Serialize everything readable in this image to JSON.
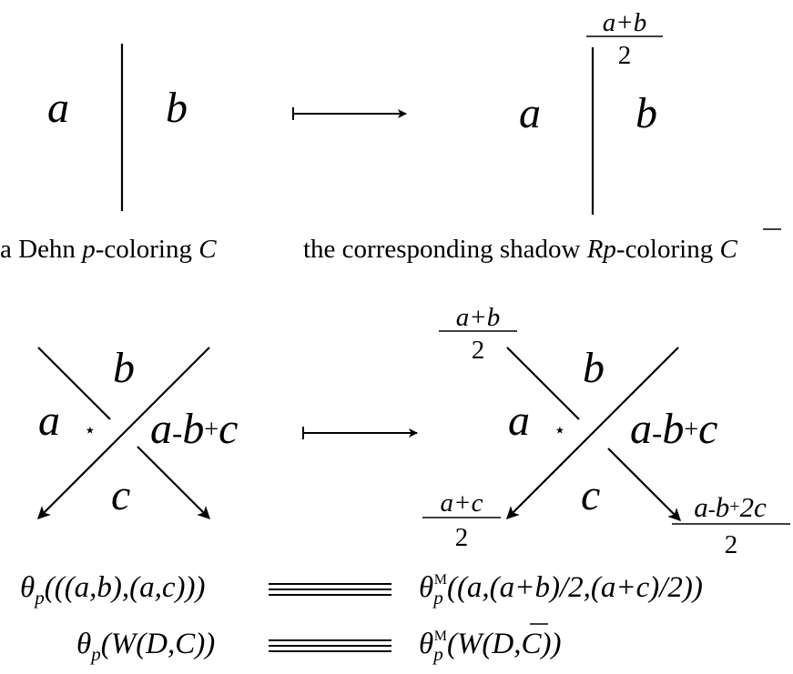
{
  "top_left": {
    "label_left": "a",
    "label_right": "b",
    "caption_plain": "a Dehn ",
    "caption_p": "p",
    "caption_mid": "-coloring ",
    "caption_C": "C"
  },
  "top_right": {
    "label_left": "a",
    "label_right": "b",
    "frac_num": "a+b",
    "frac_den": "2",
    "caption_plain": "the corresponding shadow ",
    "caption_Rp": "Rp",
    "caption_mid": "-coloring ",
    "caption_C": "C"
  },
  "bottom_left": {
    "label_top": "b",
    "label_left": "a",
    "star": "⋆",
    "label_right_a": "a",
    "label_right_minus": "-",
    "label_right_b": "b",
    "label_right_plus": "+",
    "label_right_c": "c",
    "label_bottom": "c"
  },
  "bottom_right": {
    "label_top": "b",
    "label_left": "a",
    "star": "⋆",
    "label_right_a": "a",
    "label_right_minus": "-",
    "label_right_b": "b",
    "label_right_plus": "+",
    "label_right_c": "c",
    "label_bottom": "c",
    "frac_tl_num": "a+b",
    "frac_tl_den": "2",
    "frac_bl_num": "a+c",
    "frac_bl_den": "2",
    "frac_br_num_a": "a",
    "frac_br_num_minus": "-",
    "frac_br_num_b": "b",
    "frac_br_num_plus": "+",
    "frac_br_num_2c": "2c",
    "frac_br_den": "2"
  },
  "equations": {
    "eq1_lhs_theta": "θ",
    "eq1_lhs_sub": "p",
    "eq1_lhs_body": "(((a,b),(a,c)))",
    "eq1_rhs_theta": "θ",
    "eq1_rhs_sub": "p",
    "eq1_rhs_sup": "M",
    "eq1_rhs_body": "((a,(a+b)/2,(a+c)/2))",
    "eq2_lhs_theta": "θ",
    "eq2_lhs_sub": "p",
    "eq2_lhs_body": "(W(D,C))",
    "eq2_rhs_theta": "θ",
    "eq2_rhs_sub": "p",
    "eq2_rhs_sup": "M",
    "eq2_rhs_pre": "(W(D,",
    "eq2_rhs_C": "C",
    "eq2_rhs_post": "))"
  }
}
